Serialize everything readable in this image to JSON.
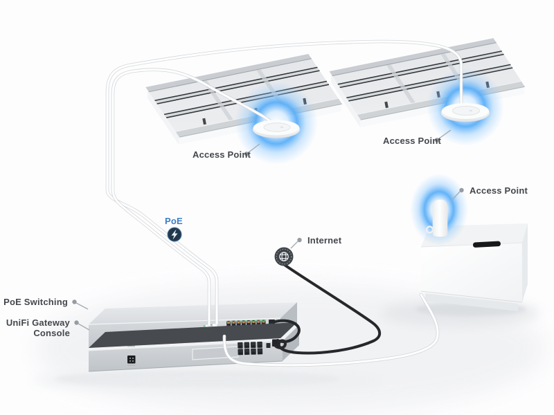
{
  "labels": {
    "access_point_1": "Access Point",
    "access_point_2": "Access Point",
    "access_point_3": "Access Point",
    "poe": "PoE",
    "internet": "Internet",
    "poe_switching": "PoE Switching",
    "gateway_line1": "UniFi Gateway",
    "gateway_line2": "Console"
  },
  "icons": {
    "poe_lightning_icon": "lightning bolt in dark navy circle",
    "internet_globe_icon": "white globe grid in dark gray circle with stitched ring"
  },
  "colors": {
    "poe_label_blue": "#3b7ec6",
    "glow_blue": "#55acf8",
    "label_text": "#43474c",
    "dark_cable": "#26282b",
    "white_cable": "#ffffff",
    "led_green": "#43cf6d",
    "device_gray": "#d2d6d9",
    "background": "#fdfdfe"
  }
}
